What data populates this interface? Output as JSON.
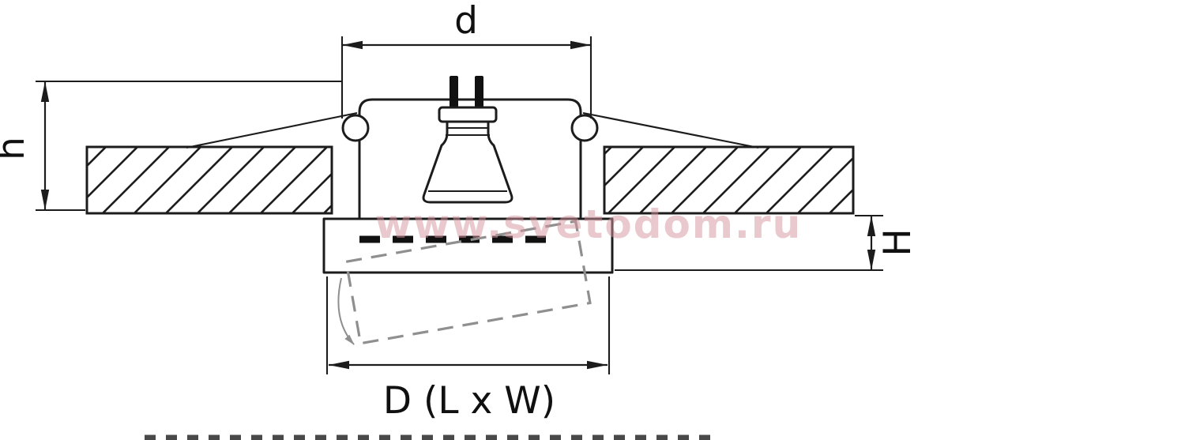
{
  "labels": {
    "dim_top": "d",
    "dim_left": "h",
    "dim_right": "H",
    "dim_bottom": "D (L x W)"
  },
  "watermark": {
    "text": "www.svetodom.ru",
    "color": "#d4949c"
  },
  "colors": {
    "line": "#1c1c1c",
    "dashed_tilt": "#8f8f8f",
    "background": "#ffffff"
  }
}
